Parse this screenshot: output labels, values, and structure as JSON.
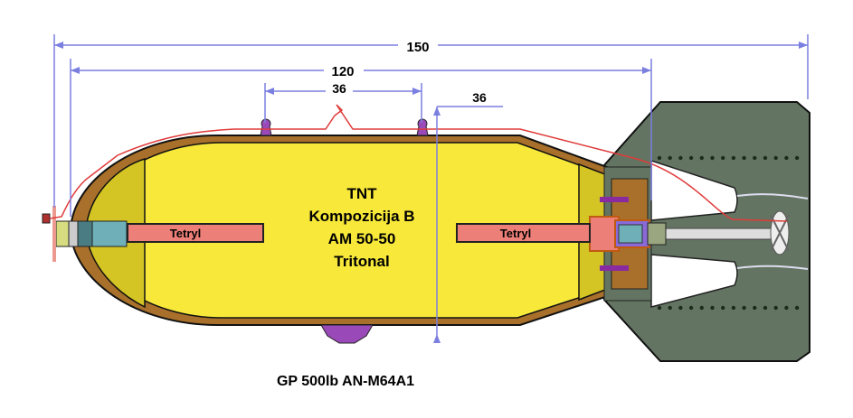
{
  "dimensions": {
    "overall": "150",
    "body": "120",
    "lug_spacing": "36",
    "lug_to_cg": "36"
  },
  "labels": {
    "booster_nose": "Tetryl",
    "booster_tail": "Tetryl",
    "fill_1": "TNT",
    "fill_2": "Kompozicija B",
    "fill_3": "AM 50-50",
    "fill_4": "Tritonal"
  },
  "title": "GP 500lb AN-M64A1",
  "colors": {
    "fill": "#f7e83a",
    "fill_dark": "#d4c524",
    "shell": "#a8702a",
    "fin": "#637562",
    "dim": "#7b7fe0",
    "wire": "#e03a3a",
    "booster": "#ec8078"
  }
}
